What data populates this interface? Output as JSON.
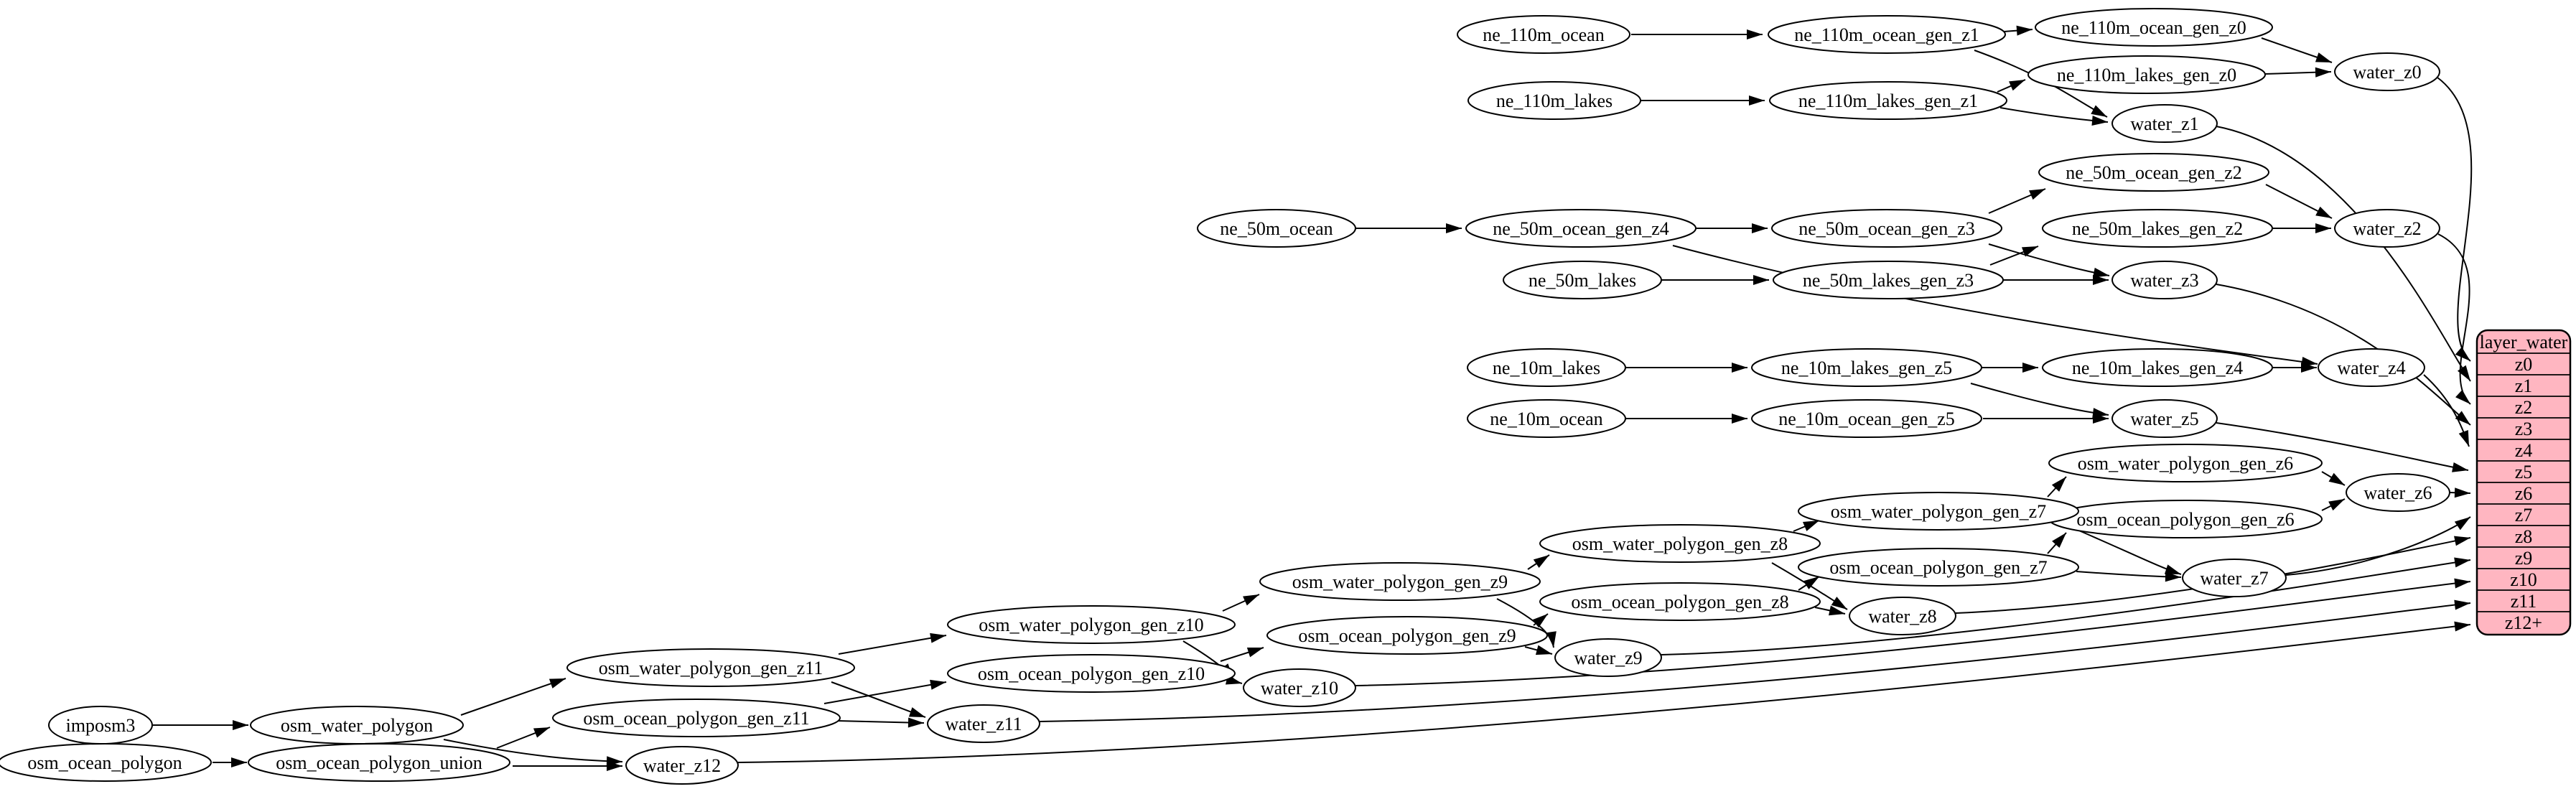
{
  "diagram": {
    "background_color": "#ffffff",
    "node_fill_color": "#ffffff",
    "node_stroke_color": "#000000",
    "edge_color": "#000000",
    "nodes": {
      "ne_110m_ocean": {
        "label": "ne_110m_ocean"
      },
      "ne_110m_ocean_gen_z1": {
        "label": "ne_110m_ocean_gen_z1"
      },
      "ne_110m_ocean_gen_z0": {
        "label": "ne_110m_ocean_gen_z0"
      },
      "ne_110m_lakes": {
        "label": "ne_110m_lakes"
      },
      "ne_110m_lakes_gen_z1": {
        "label": "ne_110m_lakes_gen_z1"
      },
      "ne_110m_lakes_gen_z0": {
        "label": "ne_110m_lakes_gen_z0"
      },
      "water_z0": {
        "label": "water_z0"
      },
      "water_z1": {
        "label": "water_z1"
      },
      "ne_50m_ocean": {
        "label": "ne_50m_ocean"
      },
      "ne_50m_ocean_gen_z4": {
        "label": "ne_50m_ocean_gen_z4"
      },
      "ne_50m_ocean_gen_z3": {
        "label": "ne_50m_ocean_gen_z3"
      },
      "ne_50m_ocean_gen_z2": {
        "label": "ne_50m_ocean_gen_z2"
      },
      "ne_50m_lakes": {
        "label": "ne_50m_lakes"
      },
      "ne_50m_lakes_gen_z3": {
        "label": "ne_50m_lakes_gen_z3"
      },
      "ne_50m_lakes_gen_z2": {
        "label": "ne_50m_lakes_gen_z2"
      },
      "water_z2": {
        "label": "water_z2"
      },
      "water_z3": {
        "label": "water_z3"
      },
      "ne_10m_lakes": {
        "label": "ne_10m_lakes"
      },
      "ne_10m_lakes_gen_z5": {
        "label": "ne_10m_lakes_gen_z5"
      },
      "ne_10m_lakes_gen_z4": {
        "label": "ne_10m_lakes_gen_z4"
      },
      "ne_10m_ocean": {
        "label": "ne_10m_ocean"
      },
      "ne_10m_ocean_gen_z5": {
        "label": "ne_10m_ocean_gen_z5"
      },
      "water_z4": {
        "label": "water_z4"
      },
      "water_z5": {
        "label": "water_z5"
      },
      "osm_water_polygon_gen_z6": {
        "label": "osm_water_polygon_gen_z6"
      },
      "osm_ocean_polygon_gen_z6": {
        "label": "osm_ocean_polygon_gen_z6"
      },
      "water_z6": {
        "label": "water_z6"
      },
      "osm_water_polygon_gen_z7": {
        "label": "osm_water_polygon_gen_z7"
      },
      "osm_ocean_polygon_gen_z7": {
        "label": "osm_ocean_polygon_gen_z7"
      },
      "water_z7": {
        "label": "water_z7"
      },
      "osm_water_polygon_gen_z8": {
        "label": "osm_water_polygon_gen_z8"
      },
      "osm_ocean_polygon_gen_z8": {
        "label": "osm_ocean_polygon_gen_z8"
      },
      "water_z8": {
        "label": "water_z8"
      },
      "osm_water_polygon_gen_z9": {
        "label": "osm_water_polygon_gen_z9"
      },
      "osm_ocean_polygon_gen_z9": {
        "label": "osm_ocean_polygon_gen_z9"
      },
      "water_z9": {
        "label": "water_z9"
      },
      "osm_water_polygon_gen_z10": {
        "label": "osm_water_polygon_gen_z10"
      },
      "osm_ocean_polygon_gen_z10": {
        "label": "osm_ocean_polygon_gen_z10"
      },
      "water_z10": {
        "label": "water_z10"
      },
      "osm_water_polygon_gen_z11": {
        "label": "osm_water_polygon_gen_z11"
      },
      "osm_ocean_polygon_gen_z11": {
        "label": "osm_ocean_polygon_gen_z11"
      },
      "water_z11": {
        "label": "water_z11"
      },
      "water_z12": {
        "label": "water_z12"
      },
      "imposm3": {
        "label": "imposm3"
      },
      "osm_water_polygon": {
        "label": "osm_water_polygon"
      },
      "osm_ocean_polygon": {
        "label": "osm_ocean_polygon"
      },
      "osm_ocean_polygon_union": {
        "label": "osm_ocean_polygon_union"
      }
    },
    "table": {
      "title": "layer_water",
      "fill": "#ffb6c1",
      "rows": [
        "z0",
        "z1",
        "z2",
        "z3",
        "z4",
        "z5",
        "z6",
        "z7",
        "z8",
        "z9",
        "z10",
        "z11",
        "z12+"
      ]
    },
    "edges": [
      {
        "from": "ne_110m_ocean",
        "to": "ne_110m_ocean_gen_z1"
      },
      {
        "from": "ne_110m_ocean_gen_z1",
        "to": "ne_110m_ocean_gen_z0"
      },
      {
        "from": "ne_110m_ocean_gen_z1",
        "to": "water_z1"
      },
      {
        "from": "ne_110m_lakes",
        "to": "ne_110m_lakes_gen_z1"
      },
      {
        "from": "ne_110m_lakes_gen_z1",
        "to": "ne_110m_lakes_gen_z0"
      },
      {
        "from": "ne_110m_lakes_gen_z1",
        "to": "water_z1"
      },
      {
        "from": "ne_110m_ocean_gen_z0",
        "to": "water_z0"
      },
      {
        "from": "ne_110m_lakes_gen_z0",
        "to": "water_z0"
      },
      {
        "from": "water_z0",
        "to": "layer_water.z0"
      },
      {
        "from": "water_z1",
        "to": "layer_water.z1"
      },
      {
        "from": "ne_50m_ocean",
        "to": "ne_50m_ocean_gen_z4"
      },
      {
        "from": "ne_50m_ocean_gen_z4",
        "to": "ne_50m_ocean_gen_z3"
      },
      {
        "from": "ne_50m_ocean_gen_z4",
        "to": "water_z4"
      },
      {
        "from": "ne_50m_ocean_gen_z3",
        "to": "ne_50m_ocean_gen_z2"
      },
      {
        "from": "ne_50m_ocean_gen_z3",
        "to": "water_z3"
      },
      {
        "from": "ne_50m_lakes",
        "to": "ne_50m_lakes_gen_z3"
      },
      {
        "from": "ne_50m_lakes_gen_z3",
        "to": "ne_50m_lakes_gen_z2"
      },
      {
        "from": "ne_50m_lakes_gen_z3",
        "to": "water_z3"
      },
      {
        "from": "ne_50m_ocean_gen_z2",
        "to": "water_z2"
      },
      {
        "from": "ne_50m_lakes_gen_z2",
        "to": "water_z2"
      },
      {
        "from": "water_z2",
        "to": "layer_water.z2"
      },
      {
        "from": "water_z3",
        "to": "layer_water.z3"
      },
      {
        "from": "ne_10m_lakes",
        "to": "ne_10m_lakes_gen_z5"
      },
      {
        "from": "ne_10m_lakes_gen_z5",
        "to": "ne_10m_lakes_gen_z4"
      },
      {
        "from": "ne_10m_lakes_gen_z5",
        "to": "water_z5"
      },
      {
        "from": "ne_10m_lakes_gen_z4",
        "to": "water_z4"
      },
      {
        "from": "ne_10m_ocean",
        "to": "ne_10m_ocean_gen_z5"
      },
      {
        "from": "ne_10m_ocean_gen_z5",
        "to": "water_z5"
      },
      {
        "from": "water_z4",
        "to": "layer_water.z4"
      },
      {
        "from": "water_z5",
        "to": "layer_water.z5"
      },
      {
        "from": "osm_water_polygon_gen_z6",
        "to": "water_z6"
      },
      {
        "from": "osm_ocean_polygon_gen_z6",
        "to": "water_z6"
      },
      {
        "from": "water_z6",
        "to": "layer_water.z6"
      },
      {
        "from": "osm_water_polygon_gen_z7",
        "to": "osm_water_polygon_gen_z6"
      },
      {
        "from": "osm_water_polygon_gen_z7",
        "to": "water_z7"
      },
      {
        "from": "osm_ocean_polygon_gen_z7",
        "to": "osm_ocean_polygon_gen_z6"
      },
      {
        "from": "osm_ocean_polygon_gen_z7",
        "to": "water_z7"
      },
      {
        "from": "water_z7",
        "to": "layer_water.z7"
      },
      {
        "from": "osm_water_polygon_gen_z8",
        "to": "osm_water_polygon_gen_z7"
      },
      {
        "from": "osm_water_polygon_gen_z8",
        "to": "water_z8"
      },
      {
        "from": "osm_ocean_polygon_gen_z8",
        "to": "osm_ocean_polygon_gen_z7"
      },
      {
        "from": "osm_ocean_polygon_gen_z8",
        "to": "water_z8"
      },
      {
        "from": "water_z8",
        "to": "layer_water.z8"
      },
      {
        "from": "osm_water_polygon_gen_z9",
        "to": "osm_water_polygon_gen_z8"
      },
      {
        "from": "osm_water_polygon_gen_z9",
        "to": "water_z9"
      },
      {
        "from": "osm_ocean_polygon_gen_z9",
        "to": "osm_ocean_polygon_gen_z8"
      },
      {
        "from": "osm_ocean_polygon_gen_z9",
        "to": "water_z9"
      },
      {
        "from": "water_z9",
        "to": "layer_water.z9"
      },
      {
        "from": "osm_water_polygon_gen_z10",
        "to": "osm_water_polygon_gen_z9"
      },
      {
        "from": "osm_water_polygon_gen_z10",
        "to": "water_z10"
      },
      {
        "from": "osm_ocean_polygon_gen_z10",
        "to": "osm_ocean_polygon_gen_z9"
      },
      {
        "from": "osm_ocean_polygon_gen_z10",
        "to": "water_z10"
      },
      {
        "from": "water_z10",
        "to": "layer_water.z10"
      },
      {
        "from": "osm_water_polygon_gen_z11",
        "to": "osm_water_polygon_gen_z10"
      },
      {
        "from": "osm_water_polygon_gen_z11",
        "to": "water_z11"
      },
      {
        "from": "osm_ocean_polygon_gen_z11",
        "to": "osm_ocean_polygon_gen_z10"
      },
      {
        "from": "osm_ocean_polygon_gen_z11",
        "to": "water_z11"
      },
      {
        "from": "water_z11",
        "to": "layer_water.z11"
      },
      {
        "from": "imposm3",
        "to": "osm_water_polygon"
      },
      {
        "from": "osm_water_polygon",
        "to": "osm_water_polygon_gen_z11"
      },
      {
        "from": "osm_water_polygon",
        "to": "water_z12"
      },
      {
        "from": "osm_ocean_polygon",
        "to": "osm_ocean_polygon_union"
      },
      {
        "from": "osm_ocean_polygon_union",
        "to": "osm_ocean_polygon_gen_z11"
      },
      {
        "from": "osm_ocean_polygon_union",
        "to": "water_z12"
      },
      {
        "from": "water_z12",
        "to": "layer_water.z12+"
      }
    ]
  }
}
